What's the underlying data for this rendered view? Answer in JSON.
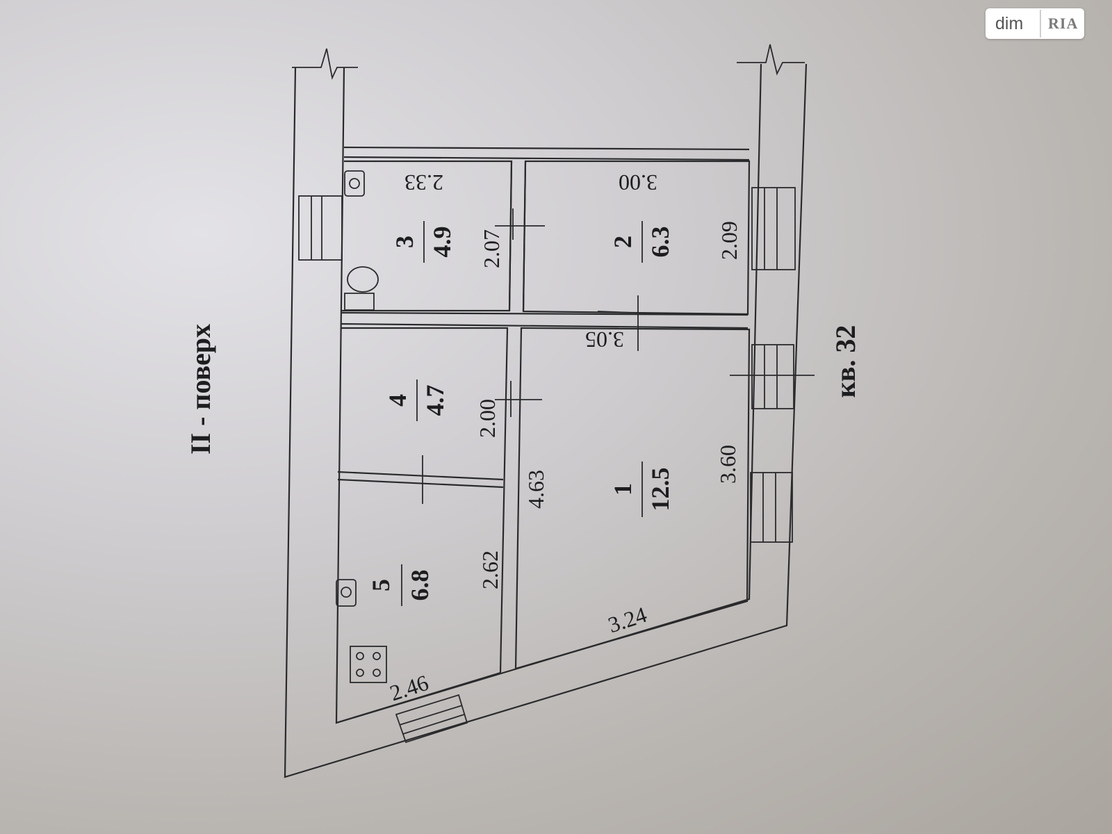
{
  "floor_title": "II - поверх",
  "apartment_label": "кв. 32",
  "watermark": {
    "left": "dim",
    "right": "RIA"
  },
  "rooms": [
    {
      "number": "1",
      "area": "12.5"
    },
    {
      "number": "2",
      "area": "6.3"
    },
    {
      "number": "3",
      "area": "4.9"
    },
    {
      "number": "4",
      "area": "4.7"
    },
    {
      "number": "5",
      "area": "6.8"
    }
  ],
  "dimensions": {
    "room3_top": "2.33",
    "room3_side": "2.07",
    "room2_top": "3.00",
    "room2_side": "2.09",
    "room1_top": "3.05",
    "room1_left": "4.63",
    "room1_right": "3.60",
    "room1_bottom": "3.24",
    "room4_side": "2.00",
    "room5_side": "2.62",
    "room5_bottom": "2.46"
  }
}
